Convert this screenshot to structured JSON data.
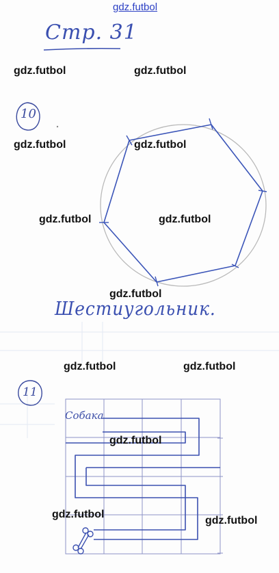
{
  "header": {
    "site": "gdz.futbol"
  },
  "page_heading": "Стр. 31",
  "exercise_10": {
    "number": "10",
    "caption": "Шестиугольник."
  },
  "exercise_11": {
    "number": "11",
    "maze_label": "Собака"
  },
  "watermark": "gdz.futbol",
  "colors": {
    "ink": "#3a4fb0",
    "pencil": "#b8b8b8",
    "grid": "#dfe6f2",
    "watermark": "#111111",
    "header_link": "#2b3fc4"
  }
}
